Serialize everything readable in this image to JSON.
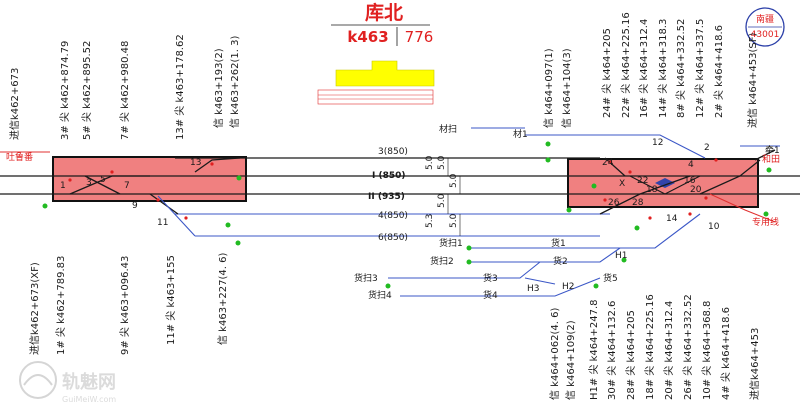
{
  "station": {
    "name": "库北",
    "km": "k463",
    "km_suffix": "776"
  },
  "badge": {
    "top": "南疆",
    "code": "43001"
  },
  "sides": {
    "left_destination": "吐鲁番",
    "right_destination_a": "和田",
    "right_destination_b": "专用线"
  },
  "tracks": {
    "t3": "3(850)",
    "tI": "I (850)",
    "tII": "II (935)",
    "t4": "4(850)",
    "t6": "6(850)",
    "mat_siding": "材扫",
    "mat1": "材1",
    "goods_siding1": "货扫1",
    "goods1": "货1",
    "goods_siding2": "货扫2",
    "goods2": "货2",
    "goods_siding3": "货扫3",
    "goods3": "货3",
    "goods_siding4": "货扫4",
    "goods4": "货4",
    "goods5": "货5",
    "h1": "H1",
    "h2": "H2",
    "h3": "H3",
    "pull1": "牵1"
  },
  "switch_numbers": {
    "left": [
      "1",
      "3",
      "5",
      "7",
      "9",
      "11",
      "13"
    ],
    "right": [
      "2",
      "4",
      "10",
      "12",
      "14",
      "16",
      "18",
      "20",
      "22",
      "24",
      "26",
      "28",
      "X"
    ]
  },
  "distances": [
    "5.0",
    "5.0",
    "5.0",
    "5.0",
    "5.0",
    "5.3"
  ],
  "top_left_labels": [
    "进信k462+673",
    "3# 尖 k462+874.79",
    "5# 尖 k462+895.52",
    "7# 尖 k462+980.48",
    "13# 尖 k463+178.62",
    "信 k463+193(2)",
    "信 k463+262(1. 3)"
  ],
  "bottom_left_labels": [
    "进信k462+673(XF)",
    "1# 尖 k462+789.83",
    "9# 尖 k463+096.43",
    "11# 尖 k463+155",
    "信 k463+227(4. 6)"
  ],
  "top_right_labels": [
    "信 k464+097(1)",
    "信 k464+104(3)",
    "24# 尖 k464+205",
    "22# 尖 k464+225.16",
    "16# 尖 k464+312.4",
    "14# 尖 k464+318.3",
    "8# 尖 k464+332.52",
    "12# 尖 k464+337.5",
    "2# 尖 k464+418.6",
    "进信 k464+453(SF)"
  ],
  "bottom_right_labels": [
    "信 k464+062(4. 6)",
    "信 k464+109(2)",
    "H1# 尖 k464+247.8",
    "30# 尖 k464+132.6",
    "28# 尖 k464+205",
    "18# 尖 k464+225.16",
    "20# 尖 k464+312.4",
    "26# 尖 k464+332.52",
    "10# 尖 k464+368.8",
    "4# 尖 k464+418.6",
    "进信k464+453"
  ],
  "watermark": {
    "logo": "轨魅网",
    "url": "GuiMeiW.com"
  },
  "colors": {
    "platform": "#f08080",
    "track": "#1a1a1a",
    "siding": "#3b57c7",
    "signal": "#22bb22",
    "highlight": "#ffff00",
    "title": "#e02020"
  }
}
